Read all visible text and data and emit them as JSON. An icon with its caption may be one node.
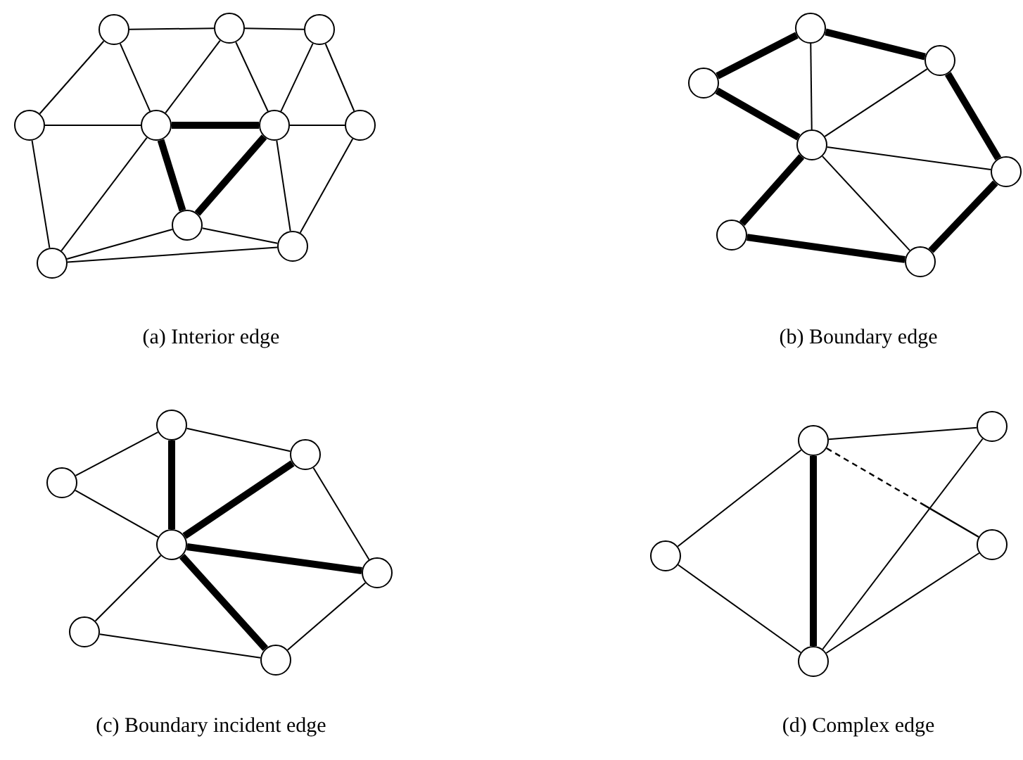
{
  "diagram": {
    "nodes": [
      {
        "text": [],
        "shape": "circle"
      },
      {
        "text": [],
        "shape": "circle"
      },
      {
        "text": [],
        "shape": "circle"
      },
      {
        "text": [],
        "shape": "circle"
      },
      {
        "text": [],
        "shape": "circle"
      },
      {
        "text": [],
        "shape": "circle"
      },
      {
        "text": [],
        "shape": "circle"
      },
      {
        "text": [],
        "shape": "circle"
      },
      {
        "text": [],
        "shape": "circle"
      },
      {
        "text": [],
        "shape": "circle"
      },
      {
        "text": [],
        "shape": "circle"
      },
      {
        "text": [],
        "shape": "circle"
      },
      {
        "text": [],
        "shape": "circle"
      },
      {
        "text": [],
        "shape": "circle"
      },
      {
        "text": [],
        "shape": "circle"
      },
      {
        "text": [],
        "shape": "circle"
      },
      {
        "text": [],
        "shape": "circle"
      },
      {
        "text": [],
        "shape": "circle"
      },
      {
        "text": [],
        "shape": "circle"
      },
      {
        "text": [],
        "shape": "circle"
      },
      {
        "text": [],
        "shape": "circle"
      },
      {
        "text": [],
        "shape": "circle"
      },
      {
        "text": [],
        "shape": "circle"
      },
      {
        "text": [],
        "shape": "circle"
      },
      {
        "text": [],
        "shape": "circle"
      },
      {
        "text": [],
        "shape": "circle"
      },
      {
        "text": [],
        "shape": "circle"
      },
      {
        "text": [],
        "shape": "circle"
      },
      {
        "text": [],
        "shape": "circle"
      }
    ],
    "edges": [
      {
        "from": 0,
        "to": 1,
        "arrow": "none"
      },
      {
        "from": 1,
        "to": 2,
        "arrow": "none"
      },
      {
        "from": 0,
        "to": 3,
        "arrow": "none"
      },
      {
        "from": 0,
        "to": 4,
        "arrow": "none"
      },
      {
        "from": 1,
        "to": 4,
        "arrow": "none"
      },
      {
        "from": 1,
        "to": 5,
        "arrow": "none"
      },
      {
        "from": 2,
        "to": 5,
        "arrow": "none"
      },
      {
        "from": 2,
        "to": 6,
        "arrow": "none"
      },
      {
        "from": 3,
        "to": 4,
        "arrow": "none"
      },
      {
        "from": 4,
        "to": 5,
        "arrow": "none",
        "style": "thick"
      },
      {
        "from": 5,
        "to": 6,
        "arrow": "none"
      },
      {
        "from": 3,
        "to": 9,
        "arrow": "none"
      },
      {
        "from": 4,
        "to": 9,
        "arrow": "none"
      },
      {
        "from": 4,
        "to": 7,
        "arrow": "none",
        "style": "thick"
      },
      {
        "from": 5,
        "to": 7,
        "arrow": "none",
        "style": "thick"
      },
      {
        "from": 5,
        "to": 8,
        "arrow": "none"
      },
      {
        "from": 6,
        "to": 8,
        "arrow": "none"
      },
      {
        "from": 7,
        "to": 9,
        "arrow": "none"
      },
      {
        "from": 7,
        "to": 8,
        "arrow": "none"
      },
      {
        "from": 9,
        "to": 8,
        "arrow": "none"
      },
      {
        "from": 11,
        "to": 10,
        "arrow": "none",
        "style": "thick"
      },
      {
        "from": 10,
        "to": 12,
        "arrow": "none",
        "style": "thick"
      },
      {
        "from": 12,
        "to": 14,
        "arrow": "none",
        "style": "thick"
      },
      {
        "from": 11,
        "to": 13,
        "arrow": "none",
        "style": "thick"
      },
      {
        "from": 10,
        "to": 13,
        "arrow": "none"
      },
      {
        "from": 13,
        "to": 12,
        "arrow": "none"
      },
      {
        "from": 13,
        "to": 14,
        "arrow": "none"
      },
      {
        "from": 13,
        "to": 15,
        "arrow": "none",
        "style": "thick"
      },
      {
        "from": 13,
        "to": 16,
        "arrow": "none"
      },
      {
        "from": 15,
        "to": 16,
        "arrow": "none",
        "style": "thick"
      },
      {
        "from": 16,
        "to": 14,
        "arrow": "none",
        "style": "thick"
      },
      {
        "from": 18,
        "to": 17,
        "arrow": "none"
      },
      {
        "from": 17,
        "to": 19,
        "arrow": "none"
      },
      {
        "from": 18,
        "to": 20,
        "arrow": "none"
      },
      {
        "from": 17,
        "to": 20,
        "arrow": "none",
        "style": "thick"
      },
      {
        "from": 19,
        "to": 20,
        "arrow": "none",
        "style": "thick"
      },
      {
        "from": 20,
        "to": 21,
        "arrow": "none",
        "style": "thick"
      },
      {
        "from": 19,
        "to": 21,
        "arrow": "none"
      },
      {
        "from": 20,
        "to": 22,
        "arrow": "none"
      },
      {
        "from": 20,
        "to": 23,
        "arrow": "none",
        "style": "thick"
      },
      {
        "from": 22,
        "to": 23,
        "arrow": "none"
      },
      {
        "from": 23,
        "to": 21,
        "arrow": "none"
      },
      {
        "from": 24,
        "to": 25,
        "arrow": "none"
      },
      {
        "from": 26,
        "to": 24,
        "arrow": "none"
      },
      {
        "from": 24,
        "to": 28,
        "arrow": "none",
        "style": "thick"
      },
      {
        "from": 24,
        "to": 27,
        "arrow": "none",
        "style": "dashed"
      },
      {
        "from": 25,
        "to": 28,
        "arrow": "none"
      },
      {
        "from": 26,
        "to": 28,
        "arrow": "none"
      },
      {
        "from": 28,
        "to": 27,
        "arrow": "none"
      }
    ],
    "labels": [
      "(a) Interior edge",
      "(b) Boundary edge",
      "(c) Boundary incident edge",
      "(d) Complex edge"
    ]
  }
}
